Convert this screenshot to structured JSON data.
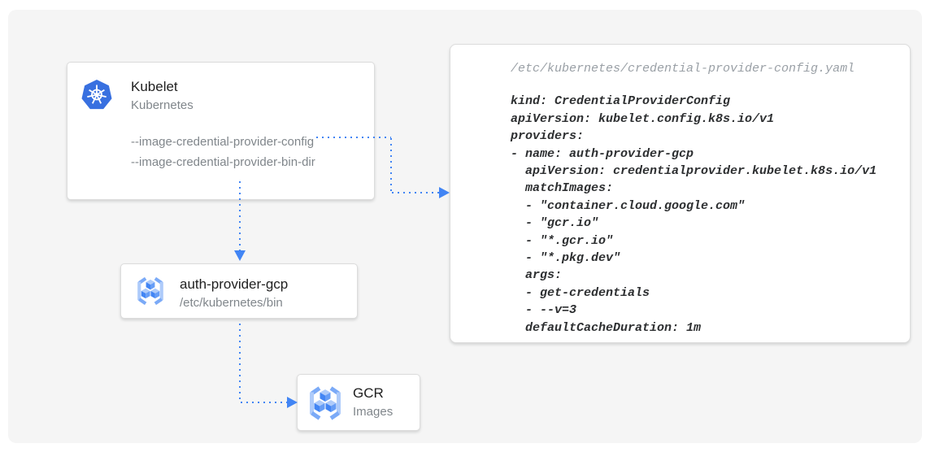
{
  "nodes": {
    "kubelet": {
      "title": "Kubelet",
      "subtitle": "Kubernetes",
      "flags": [
        "--image-credential-provider-config",
        "--image-credential-provider-bin-dir"
      ]
    },
    "auth_provider": {
      "title": "auth-provider-gcp",
      "subtitle": "/etc/kubernetes/bin"
    },
    "gcr": {
      "title": "GCR",
      "subtitle": "Images"
    }
  },
  "code_panel": {
    "filename": "/etc/kubernetes/credential-provider-config.yaml",
    "yaml": [
      "kind: CredentialProviderConfig",
      "apiVersion: kubelet.config.k8s.io/v1",
      "providers:",
      "- name: auth-provider-gcp",
      "  apiVersion: credentialprovider.kubelet.k8s.io/v1",
      "  matchImages:",
      "  - \"container.cloud.google.com\"",
      "  - \"gcr.io\"",
      "  - \"*.gcr.io\"",
      "  - \"*.pkg.dev\"",
      "  args:",
      "  - get-credentials",
      "  - --v=3",
      "  defaultCacheDuration: 1m"
    ]
  },
  "colors": {
    "arrow_blue": "#4285f4",
    "kubernetes_blue": "#3870e0",
    "icon_cube_light": "#aecbfa",
    "icon_cube_mid": "#669df6",
    "icon_cube_dark": "#4285f4",
    "icon_bracket_light": "#aecbfa",
    "icon_bracket_mid": "#7baaf7",
    "canvas_bg": "#f5f5f5",
    "card_bg": "#ffffff",
    "title_text": "#212121",
    "muted_text": "#80868b",
    "code_text": "#2d2f31",
    "code_filename_text": "#9aa0a6"
  }
}
